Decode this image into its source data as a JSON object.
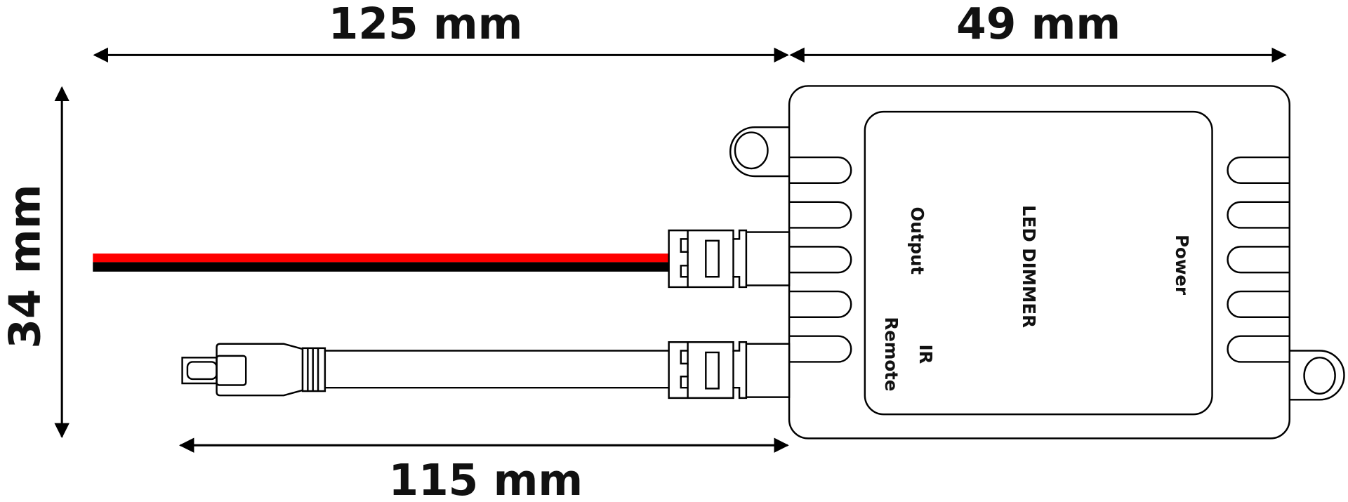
{
  "dimensions": {
    "total_length": "125 mm",
    "box_width": "49 mm",
    "height": "34 mm",
    "cable_length": "115 mm"
  },
  "device": {
    "title": "LED DIMMER",
    "output_label": "Output",
    "ir_label": "IR",
    "remote_label": "Remote",
    "power_label": "Power"
  },
  "colors": {
    "wire_positive": "#ff0000",
    "wire_negative": "#000000",
    "outline": "#000000"
  }
}
